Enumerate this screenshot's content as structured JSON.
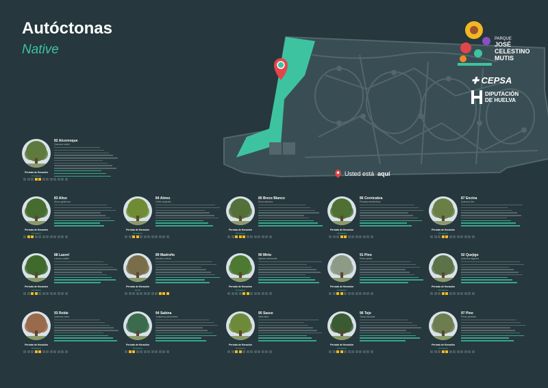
{
  "header": {
    "title": "Autóctonas",
    "subtitle": "Native"
  },
  "map": {
    "you_are_here_prefix": "Usted está",
    "you_are_here_bold": "aquí",
    "accent": "#3ec3a1",
    "pin_color": "#e2454a"
  },
  "logos": {
    "park": [
      "PARQUE",
      "JOSÉ",
      "CELESTINO",
      "MUTIS"
    ],
    "sponsor": "CEPSA",
    "diputacion": [
      "DIPUTACIÓN",
      "DE HUELVA"
    ]
  },
  "colors": {
    "background": "#26373d",
    "green": "#3ec3a1",
    "month_on": "#f2b824",
    "month_off": "#4a5c60"
  },
  "flowering_label": "Período de floración",
  "cards": [
    {
      "name": "82 Alcornoque",
      "sci": "Quercus suber",
      "season": "Primavera",
      "months": [
        0,
        0,
        0,
        1,
        1,
        0,
        0,
        0,
        0,
        0,
        0,
        0
      ],
      "tone": "#5e7a3e"
    },
    {
      "name": "83 Aliso",
      "sci": "Alnus glutinosa",
      "season": "Primavera",
      "months": [
        0,
        1,
        1,
        0,
        0,
        0,
        0,
        0,
        0,
        0,
        0,
        0
      ],
      "tone": "#476b2f"
    },
    {
      "name": "84 Almez",
      "sci": "Celtis australis",
      "season": "Primavera",
      "months": [
        0,
        0,
        1,
        1,
        0,
        0,
        0,
        0,
        0,
        0,
        0,
        0
      ],
      "tone": "#6f8c34"
    },
    {
      "name": "85 Brezo Blanco",
      "sci": "Erica arborea",
      "season": "Primavera",
      "months": [
        0,
        0,
        1,
        1,
        1,
        0,
        0,
        0,
        0,
        0,
        0,
        0
      ],
      "tone": "#55703a"
    },
    {
      "name": "86 Cornicabra",
      "sci": "Pistacia terebinthus",
      "season": "Primavera",
      "months": [
        0,
        0,
        0,
        1,
        1,
        0,
        0,
        0,
        0,
        0,
        0,
        0
      ],
      "tone": "#4f7032"
    },
    {
      "name": "87 Encina",
      "sci": "Quercus ilex",
      "season": "Primavera",
      "months": [
        0,
        0,
        0,
        1,
        1,
        0,
        0,
        0,
        0,
        0,
        0,
        0
      ],
      "tone": "#6a7f46"
    },
    {
      "name": "88 Laurel",
      "sci": "Laurus nobilis",
      "season": "Primavera",
      "months": [
        0,
        0,
        1,
        1,
        0,
        0,
        0,
        0,
        0,
        0,
        0,
        0
      ],
      "tone": "#3f6a2c"
    },
    {
      "name": "89 Madroño",
      "sci": "Arbutus unedo",
      "season": "Otoño",
      "months": [
        0,
        0,
        0,
        0,
        0,
        0,
        0,
        0,
        0,
        1,
        1,
        1
      ],
      "tone": "#7a6e4a"
    },
    {
      "name": "90 Mirto",
      "sci": "Myrtus communis",
      "season": "Primavera",
      "months": [
        0,
        0,
        0,
        0,
        1,
        1,
        0,
        0,
        0,
        0,
        0,
        0
      ],
      "tone": "#4d7a33"
    },
    {
      "name": "91 Pino",
      "sci": "Pinus pinea",
      "season": "Primavera",
      "months": [
        0,
        0,
        1,
        1,
        0,
        0,
        0,
        0,
        0,
        0,
        0,
        0
      ],
      "tone": "#8d9a86"
    },
    {
      "name": "92 Quejigo",
      "sci": "Quercus faginea",
      "season": "Primavera",
      "months": [
        0,
        0,
        0,
        1,
        1,
        0,
        0,
        0,
        0,
        0,
        0,
        0
      ],
      "tone": "#5c7248"
    },
    {
      "name": "93 Roble",
      "sci": "Quercus robur",
      "season": "Primavera",
      "months": [
        0,
        0,
        0,
        1,
        1,
        0,
        0,
        0,
        0,
        0,
        0,
        0
      ],
      "tone": "#9a6a4c"
    },
    {
      "name": "94 Sabina",
      "sci": "Juniperus phoenicea",
      "season": "Primavera",
      "months": [
        0,
        1,
        1,
        0,
        0,
        0,
        0,
        0,
        0,
        0,
        0,
        0
      ],
      "tone": "#3b6b4c"
    },
    {
      "name": "95 Sauce",
      "sci": "Salix alba",
      "season": "Primavera",
      "months": [
        0,
        0,
        1,
        1,
        0,
        0,
        0,
        0,
        0,
        0,
        0,
        0
      ],
      "tone": "#6d8a3a"
    },
    {
      "name": "96 Tejo",
      "sci": "Taxus baccata",
      "season": "Primavera",
      "months": [
        0,
        0,
        1,
        1,
        0,
        0,
        0,
        0,
        0,
        0,
        0,
        0
      ],
      "tone": "#3c5a33"
    },
    {
      "name": "97 Pino",
      "sci": "Pinus pinaster",
      "season": "Primavera",
      "months": [
        0,
        0,
        0,
        1,
        1,
        0,
        0,
        0,
        0,
        0,
        0,
        0
      ],
      "tone": "#6e7d50"
    }
  ]
}
